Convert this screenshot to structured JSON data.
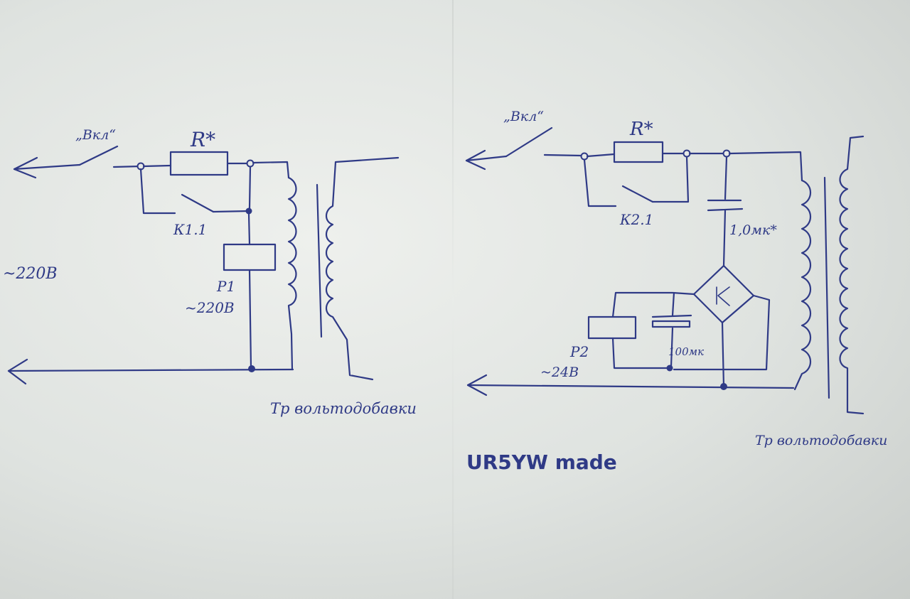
{
  "left_circuit": {
    "switch_label": "„Вкл“",
    "resistor_label": "R*",
    "contact_label": "К1.1",
    "relay_label": "Р1",
    "relay_voltage": "~220В",
    "mains_label": "~220В",
    "transformer_label": "Тр вольтодобавки"
  },
  "right_circuit": {
    "switch_label": "„Вкл“",
    "resistor_label": "R*",
    "contact_label": "К2.1",
    "capacitor_label": "1,0мк*",
    "electrolytic_label": "100мк",
    "relay_label": "Р2",
    "relay_voltage": "~24В",
    "transformer_label": "Тр вольтодобавки"
  },
  "signature": "UR5YW made",
  "colors": {
    "ink": "#2f3a86",
    "paper": "#e6e9e6"
  }
}
